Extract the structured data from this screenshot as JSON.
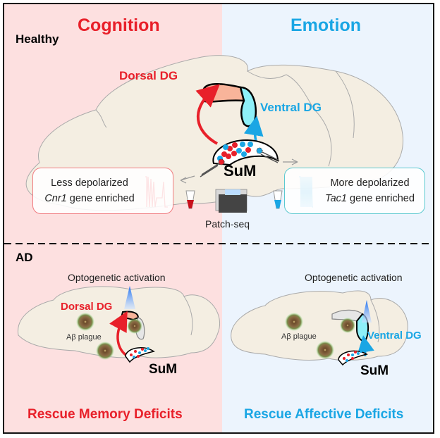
{
  "header": {
    "left_title": "Cognition",
    "right_title": "Emotion"
  },
  "healthy": {
    "section_label": "Healthy",
    "dorsal_label": "Dorsal DG",
    "ventral_label": "Ventral DG",
    "sum_label": "SuM",
    "left_box": {
      "line1": "Less depolarized",
      "gene": "Cnr1",
      "line2_rest": " gene enriched"
    },
    "right_box": {
      "line1": "More depolarized",
      "gene": "Tac1",
      "line2_rest": " gene enriched"
    },
    "method_label": "Patch-seq"
  },
  "ad": {
    "section_label": "AD",
    "left": {
      "opto_label": "Optogenetic activation",
      "target_label": "Dorsal DG",
      "plaque_label": "Aβ plague",
      "sum_label": "SuM",
      "outcome": "Rescue Memory Deficits"
    },
    "right": {
      "opto_label": "Optogenetic activation",
      "target_label": "Ventral DG",
      "plaque_label": "Aβ plague",
      "sum_label": "SuM",
      "outcome": "Rescue Affective Deficits"
    }
  },
  "colors": {
    "cognition_red": "#e8202a",
    "emotion_blue": "#1aa6e4",
    "left_bg": "#fde0e0",
    "right_bg": "#ecf4fd",
    "brain_fill": "#f4eee2",
    "dorsal_fill": "#f8b49a",
    "ventral_fill": "#8ef0f8"
  }
}
